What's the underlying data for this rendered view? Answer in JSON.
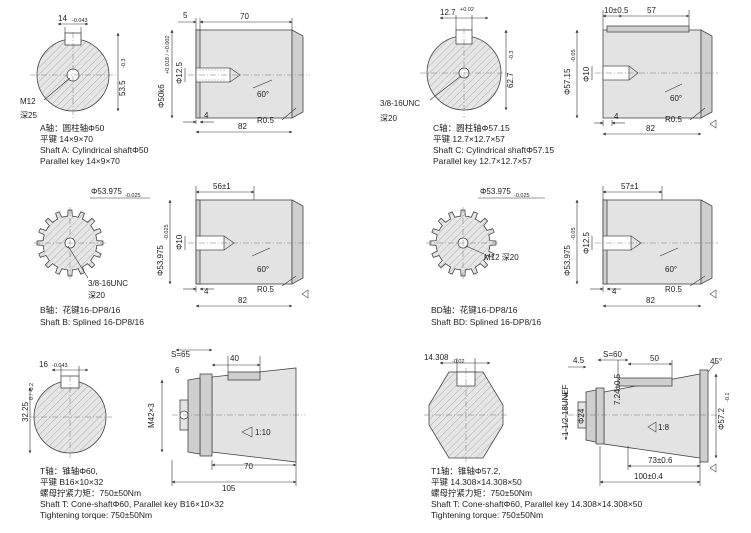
{
  "shaft_a": {
    "key_width": "14",
    "key_width_tol": "-0.043",
    "height": "53.5",
    "height_tol": "-0.3",
    "thread": "M12",
    "thread_depth": "深25",
    "diameter": "Φ50k6",
    "diameter_tol": "+0.018 / +0.002",
    "bore": "Φ12.5",
    "dim_5": "5",
    "dim_70": "70",
    "dim_4": "4",
    "dim_82": "82",
    "radius": "R0.5",
    "angle": "60°",
    "caption": [
      "A轴：圆柱轴Φ50",
      "平键 14×9×70",
      "Shaft A: Cylindrical shaftΦ50",
      "Parallel key 14×9×70"
    ]
  },
  "shaft_c": {
    "key_width": "12.7",
    "key_width_tol": "+0.02",
    "height": "62.7",
    "height_tol": "-0.3",
    "thread": "3/8-16UNC",
    "thread_depth": "深20",
    "dim_10": "10±0.5",
    "dim_57": "57",
    "diameter": "Φ57.15",
    "diameter_tol": "-0.05",
    "bore": "Φ10",
    "dim_4": "4",
    "dim_82": "82",
    "radius": "R0.5",
    "angle": "60°",
    "caption": [
      "C轴：圆柱轴Φ57.15",
      "平键 12.7×12.7×57",
      "Shaft C: Cylindrical shaftΦ57.15",
      "Parallel key 12.7×12.7×57"
    ]
  },
  "shaft_b": {
    "spline_dia": "Φ53.975",
    "spline_dia_tol": "-0.025",
    "thread": "3/8-16UNC",
    "thread_depth": "深20",
    "dim_56": "56±1",
    "diameter": "Φ53.975",
    "diameter_tol": "-0.025",
    "bore": "Φ10",
    "dim_4": "4",
    "dim_82": "82",
    "radius": "R0.5",
    "angle": "60°",
    "caption": [
      "B轴：花键16-DP8/16",
      "Shaft B: Splined 16-DP8/16"
    ]
  },
  "shaft_bd": {
    "spline_dia": "Φ53.975",
    "spline_dia_tol": "-0.025",
    "thread": "M12 深20",
    "dim_57": "57±1",
    "diameter": "Φ53.975",
    "diameter_tol": "-0.05",
    "bore": "Φ12.5",
    "dim_4": "4",
    "dim_82": "82",
    "radius": "R0.5",
    "angle": "60°",
    "caption": [
      "BD轴：花键16-DP8/16",
      "Shaft BD: Splined 16-DP8/16"
    ]
  },
  "shaft_t": {
    "key_width": "16",
    "key_width_tol": "-0.043",
    "height": "32.25",
    "height_tol": "0 / -0.2",
    "nut": "S=65",
    "dim_6": "6",
    "dim_40": "40",
    "thread": "M42×3",
    "taper": "1:10",
    "dim_70": "70",
    "dim_105": "105",
    "caption": [
      "T轴：锥轴Φ60,",
      "平键 B16×10×32",
      "螺母拧紧力矩：750±50Nm",
      "Shaft T: Cone-shaftΦ60, Parallel key B16×10×32",
      "Tightening torque: 750±50Nm"
    ]
  },
  "shaft_t1": {
    "key_width": "14.308",
    "key_width_tol": "-0.02",
    "nut": "S=60",
    "dim_4_5": "4.5",
    "dim_50": "50",
    "angle": "45°",
    "thread": "1-1/2-18UNEF",
    "key_depth": "7.24±0.5",
    "small_dia": "Φ24",
    "taper": "1:8",
    "diameter": "Φ57.2",
    "diameter_tol": "-0.1",
    "dim_73": "73±0.6",
    "dim_100": "100±0.4",
    "caption": [
      "T1轴：锥轴Φ57.2,",
      "平键 14.308×14.308×50",
      "螺母拧紧力矩：750±50Nm",
      "Shaft T: Cone-shaftΦ60, Parallel key 14.308×14.308×50",
      "Tightening torque: 750±50Nm"
    ]
  }
}
